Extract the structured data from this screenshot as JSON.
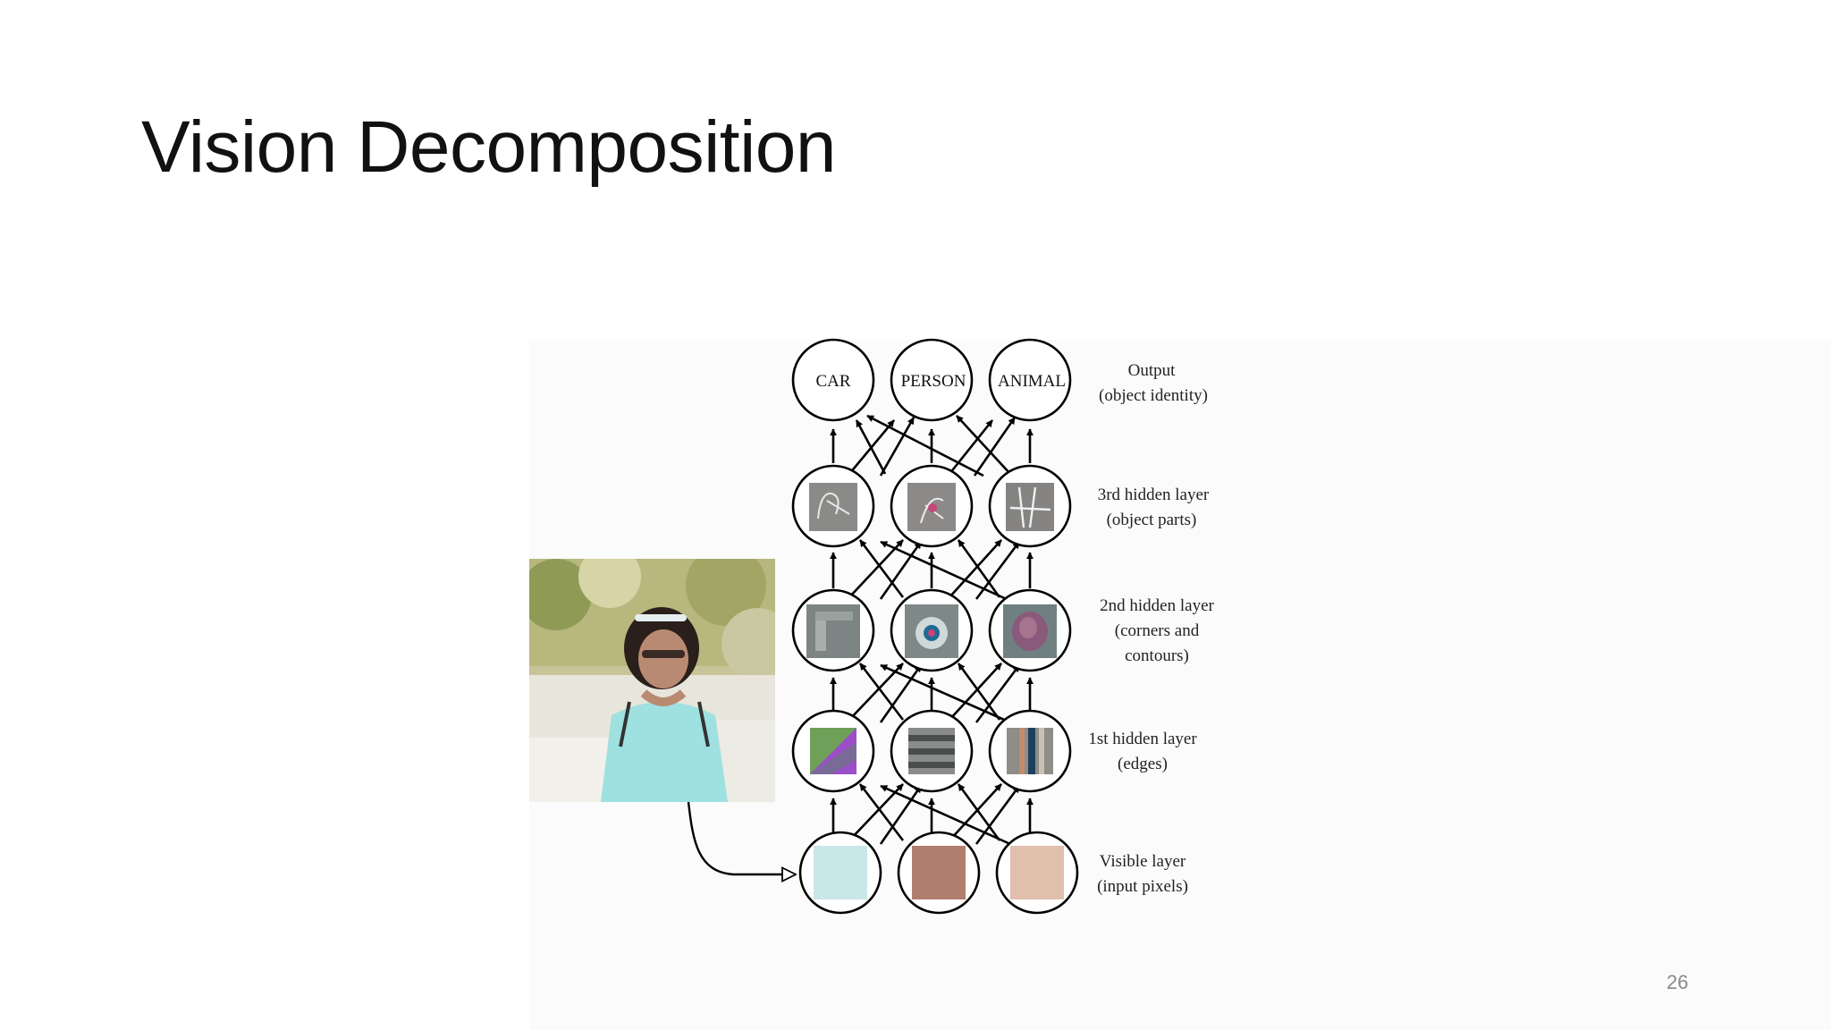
{
  "slide": {
    "title": "Vision Decomposition",
    "page_number": "26"
  },
  "diagram": {
    "output_nodes": [
      "CAR",
      "PERSON",
      "ANIMAL"
    ],
    "layer_labels": {
      "output": [
        "Output",
        "(object identity)"
      ],
      "hidden3": [
        "3rd hidden layer",
        "(object parts)"
      ],
      "hidden2": [
        "2nd hidden layer",
        "(corners and",
        "contours)"
      ],
      "hidden1": [
        "1st hidden layer",
        "(edges)"
      ],
      "visible": [
        "Visible layer",
        "(input pixels)"
      ]
    },
    "visible_pixel_colors": [
      "#c9e6e8",
      "#b07e6e",
      "#e0bfad"
    ]
  }
}
